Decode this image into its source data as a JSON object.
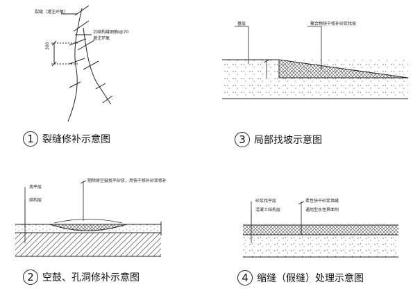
{
  "panel1": {
    "labels": {
      "crack": "裂缝（灌注环氧）",
      "rebar": "沿结构缝钢筋Ⅰ@70",
      "epoxy": "灌注环氧",
      "dimension": "300"
    },
    "caption": {
      "number": "1",
      "text": "裂缝修补示意图"
    }
  },
  "panel2": {
    "labels": {
      "leveling": "找平层",
      "structure": "结构层",
      "repair": "剔除原空鼓找平砂浆，用快干修补砂浆修补"
    },
    "caption": {
      "number": "2",
      "text": "空鼓、孔洞修补示意图"
    }
  },
  "panel3": {
    "labels": {
      "base": "基层",
      "mortar": "聚合物快干修补砂浆找坡"
    },
    "caption": {
      "number": "3",
      "text": "局部找坡示意图"
    }
  },
  "panel4": {
    "labels": {
      "mortarLayer": "砂浆找平层",
      "concrete": "混凝土结构层",
      "flexible": "柔性快干砂浆填缝",
      "sealant": "通用型水性界面剂"
    },
    "caption": {
      "number": "4",
      "text": "缩缝（假缝）处理示意图"
    }
  },
  "colors": {
    "ink": "#222222",
    "hatch": "#555555"
  }
}
